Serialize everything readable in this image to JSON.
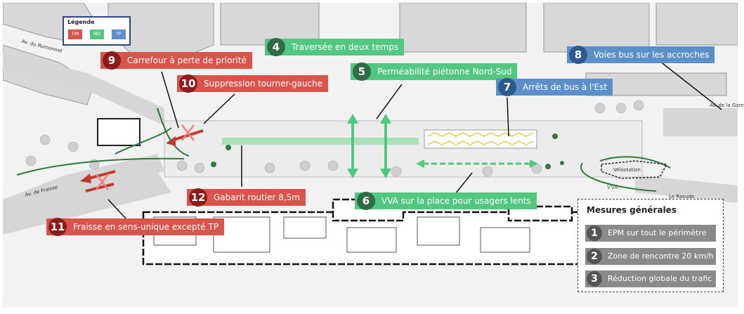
{
  "colors": {
    "tim": "#d9544a",
    "md": "#52c77f",
    "tp": "#5b8fc9"
  },
  "legend": {
    "title": "Légende",
    "items": [
      {
        "code": "TIM",
        "color": "#d9544a"
      },
      {
        "code": "MD",
        "color": "#52c77f"
      },
      {
        "code": "TP",
        "color": "#5b8fc9"
      }
    ]
  },
  "labels": [
    {
      "n": "4",
      "text": "Traversée en deux temps",
      "category": "MD"
    },
    {
      "n": "5",
      "text": "Perméabilité piétonne Nord-Sud",
      "category": "MD"
    },
    {
      "n": "6",
      "text": "VVA sur la place pour usagers lents",
      "category": "MD"
    },
    {
      "n": "7",
      "text": "Arrêts de bus à l'Est",
      "category": "TP"
    },
    {
      "n": "8",
      "text": "Voies bus sur les accroches",
      "category": "TP"
    },
    {
      "n": "9",
      "text": "Carrefour à perte de priorité",
      "category": "TIM"
    },
    {
      "n": "10",
      "text": "Suppression tourner-gauche",
      "category": "TIM"
    },
    {
      "n": "11",
      "text": "Fraisse en sens-unique excepté TP",
      "category": "TIM"
    },
    {
      "n": "12",
      "text": "Gabarit routier 8,5m",
      "category": "TIM"
    }
  ],
  "mesures": {
    "title": "Mesures générales",
    "items": [
      {
        "n": "1",
        "text": "EPM sur tout le périmètre"
      },
      {
        "n": "2",
        "text": "Zone de rencontre 20 km/h"
      },
      {
        "n": "3",
        "text": "Réduction globale du trafic"
      }
    ]
  },
  "streets": {
    "rumine": "Av. du Rumonnet",
    "fraisse": "Av. de Fraisse",
    "gare": "Av. de la Gare",
    "rasude": "Le Rasude",
    "velostation": "Vélostation",
    "vva": "VVA"
  }
}
